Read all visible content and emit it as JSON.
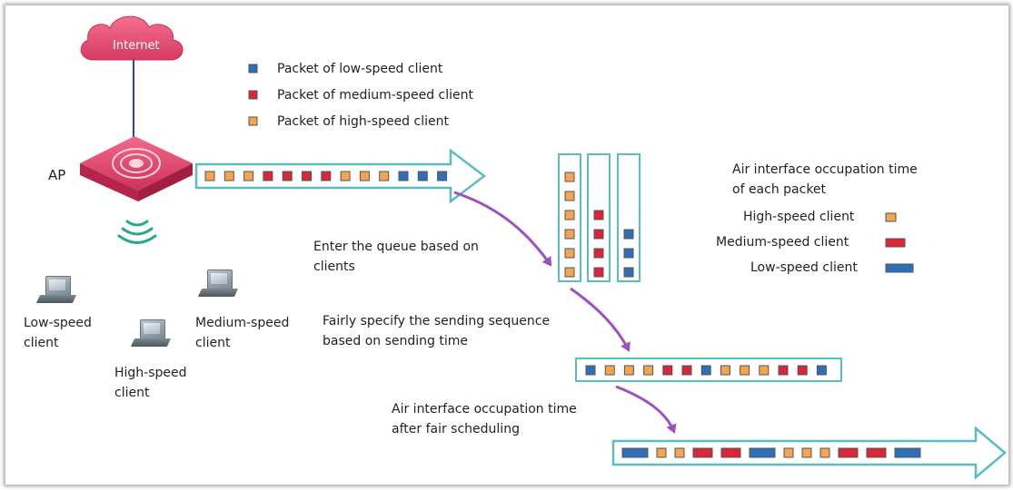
{
  "colors": {
    "low": "#2f6fb8",
    "medium": "#d8273b",
    "high": "#f2a44f",
    "pink": "#e24a72",
    "teal": "#4ab3b3",
    "purple": "#a04fc0"
  },
  "internet": {
    "label": "Internet"
  },
  "ap": {
    "label": "AP"
  },
  "legend_top": {
    "items": [
      {
        "key": "low",
        "label": "Packet of low-speed client"
      },
      {
        "key": "medium",
        "label": "Packet of medium-speed client"
      },
      {
        "key": "high",
        "label": "Packet of high-speed client"
      }
    ]
  },
  "clients": {
    "low": [
      "Low-speed",
      "client"
    ],
    "medium": [
      "Medium-speed",
      "client"
    ],
    "high": [
      "High-speed",
      "client"
    ]
  },
  "steps": {
    "enter_queue": [
      "Enter the queue based on",
      "clients"
    ],
    "fairly": [
      "Fairly specify the sending sequence",
      "based on sending time"
    ],
    "air_after": [
      "Air interface occupation time",
      "after fair scheduling"
    ]
  },
  "legend_right": {
    "title": [
      "Air interface occupation time",
      "of each packet"
    ],
    "items": [
      {
        "key": "high",
        "label": "High-speed client"
      },
      {
        "key": "medium",
        "label": "Medium-speed client"
      },
      {
        "key": "low",
        "label": "Low-speed client"
      }
    ]
  },
  "sequences": {
    "incoming": [
      "high",
      "high",
      "high",
      "medium",
      "medium",
      "medium",
      "medium",
      "high",
      "high",
      "high",
      "low",
      "low",
      "low"
    ],
    "queues": [
      [
        "high",
        "high",
        "high",
        "high",
        "high",
        "high"
      ],
      [
        "medium",
        "medium",
        "medium",
        "medium"
      ],
      [
        "low",
        "low",
        "low"
      ]
    ],
    "scheduled": [
      "low",
      "high",
      "high",
      "high",
      "medium",
      "medium",
      "low",
      "high",
      "high",
      "high",
      "medium",
      "medium",
      "low"
    ],
    "air_time": [
      "low",
      "high",
      "high",
      "medium",
      "medium",
      "low",
      "high",
      "high",
      "high",
      "medium",
      "medium",
      "low"
    ]
  },
  "icons": {
    "internet": "cloud-icon",
    "ap": "access-point-icon",
    "wifi": "wifi-signal-icon",
    "laptop": "laptop-icon"
  }
}
